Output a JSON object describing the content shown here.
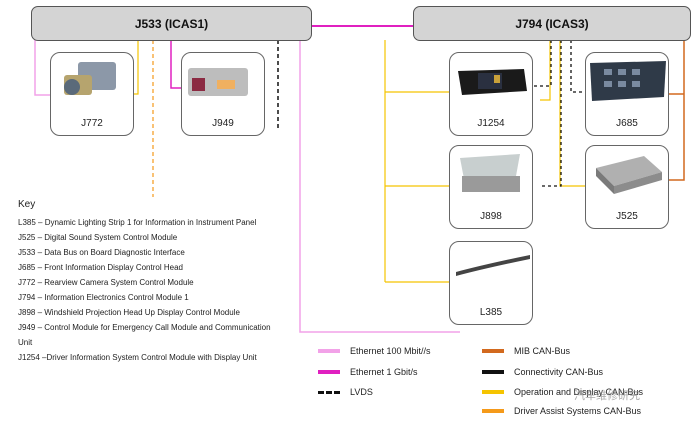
{
  "controllers": {
    "j533": "J533 (ICAS1)",
    "j794": "J794 (ICAS3)"
  },
  "devices": {
    "j772": "J772",
    "j949": "J949",
    "j1254": "J1254",
    "j685": "J685",
    "j898": "J898",
    "j525": "J525",
    "l385": "L385"
  },
  "key": {
    "title": "Key",
    "items": [
      "L385 – Dynamic Lighting Strip 1 for Information in Instrument Panel",
      "J525 – Digital Sound System Control Module",
      "J533 – Data Bus on Board Diagnostic Interface",
      "J685 – Front Information Display Control Head",
      "J772 – Rearview Camera System Control Module",
      "J794 – Information Electronics Control Module 1",
      "J898 – Windshield Projection Head Up Display Control Module",
      "J949 – Control Module for Emergency Call Module and Communication",
      "Unit",
      "J1254 –Driver Information System Control Module with Display Unit"
    ]
  },
  "legend": [
    {
      "label": "Ethernet 100 Mbit//s",
      "color": "#f2a2e8",
      "style": "solid"
    },
    {
      "label": "Ethernet 1 Gbit/s",
      "color": "#e020c0",
      "style": "solid"
    },
    {
      "label": "LVDS",
      "color": "#111111",
      "style": "dashed"
    },
    {
      "label": "MIB CAN-Bus",
      "color": "#d2691e",
      "style": "solid"
    },
    {
      "label": "Connectivity CAN-Bus",
      "color": "#111111",
      "style": "solid"
    },
    {
      "label": "Operation and Display CAN-Bus",
      "color": "#f5c400",
      "style": "solid"
    },
    {
      "label": "Driver Assist Systems CAN-Bus",
      "color": "#f59a1a",
      "style": "solid"
    }
  ],
  "watermark": "汽车维修研究"
}
